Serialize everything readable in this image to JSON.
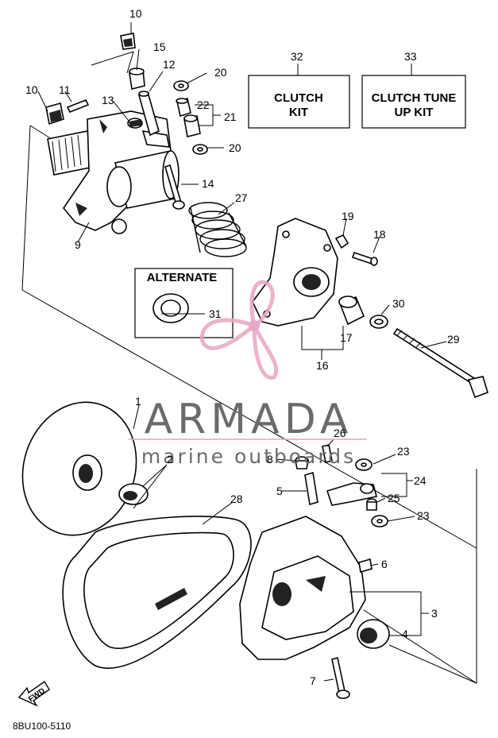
{
  "diagram": {
    "callouts": {
      "c1": "1",
      "c2": "2",
      "c3": "3",
      "c4": "4",
      "c5": "5",
      "c6": "6",
      "c7": "7",
      "c8": "8",
      "c9": "9",
      "c10a": "10",
      "c10b": "10",
      "c11": "11",
      "c12": "12",
      "c13": "13",
      "c14": "14",
      "c15": "15",
      "c16": "16",
      "c17": "17",
      "c18": "18",
      "c19": "19",
      "c20a": "20",
      "c20b": "20",
      "c21": "21",
      "c22": "22",
      "c23a": "23",
      "c23b": "23",
      "c24": "24",
      "c25": "25",
      "c26": "26",
      "c27": "27",
      "c28": "28",
      "c29": "29",
      "c30": "30",
      "c31": "31",
      "c32": "32",
      "c33": "33"
    },
    "clutch_kit": {
      "line1": "CLUTCH",
      "line2": "KIT"
    },
    "clutch_tune_up_kit": {
      "line1": "CLUTCH TUNE",
      "line2": "UP KIT"
    },
    "alternate_label": "ALTERNATE",
    "document_code": "8BU100-5110",
    "fwd_label": "FWD"
  },
  "watermark": {
    "title": "ARMADA",
    "subtitle": "marine outboards",
    "logo_color": "#e8a6c4",
    "text_color": "#6b6b6b"
  }
}
